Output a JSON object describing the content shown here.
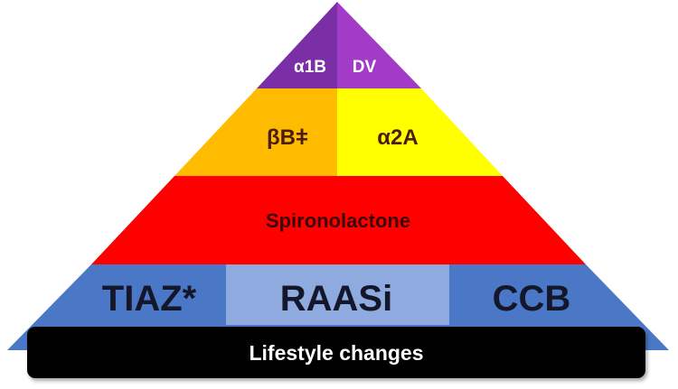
{
  "pyramid": {
    "tier1": {
      "left": "α1B",
      "right": "DV"
    },
    "tier2": {
      "left": "βBǂ",
      "right": "α2A"
    },
    "tier3": {
      "label": "Spironolactone"
    },
    "tier4": {
      "left": "TIAZ*",
      "center": "RAASi",
      "right": "CCB"
    },
    "base": {
      "label": "Lifestyle changes"
    }
  },
  "colors": {
    "purple_dark": "#7a2fa6",
    "purple_light": "#a23bc7",
    "orange": "#ffbb00",
    "yellow": "#ffff00",
    "red": "#ff0000",
    "blue": "#4a78c6",
    "blue_light": "#8eaadf",
    "black": "#000000"
  }
}
